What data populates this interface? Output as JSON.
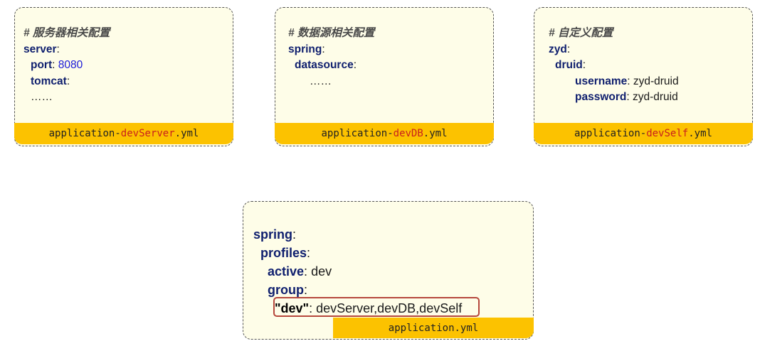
{
  "cards": [
    {
      "file_prefix": "application-",
      "file_highlight": "devServer",
      "file_suffix": ".yml",
      "comment": "# 服务器相关配置",
      "lines": {
        "server": "server",
        "port": "port",
        "port_value": "8080",
        "tomcat": "tomcat",
        "ellipsis": "……"
      }
    },
    {
      "file_prefix": "application-",
      "file_highlight": "devDB",
      "file_suffix": ".yml",
      "comment": "# 数据源相关配置",
      "lines": {
        "spring": "spring",
        "datasource": "datasource",
        "ellipsis": "……"
      }
    },
    {
      "file_prefix": "application-",
      "file_highlight": "devSelf",
      "file_suffix": ".yml",
      "comment": "# 自定义配置",
      "lines": {
        "zyd": "zyd",
        "druid": "druid",
        "username": "username",
        "username_value": "zyd-druid",
        "password": "password",
        "password_value": "zyd-druid"
      }
    }
  ],
  "main_card": {
    "file_name": "application.yml",
    "lines": {
      "spring": "spring",
      "profiles": "profiles",
      "active": "active",
      "active_value": "dev",
      "group": "group",
      "group_key": "\"dev\"",
      "group_value": "devServer,devDB,devSelf"
    }
  },
  "colors": {
    "card_background": "#fefde8",
    "label_bar": "#fcc200",
    "key_text": "#0f1f6e",
    "number_text": "#1a1ad8",
    "file_highlight": "#c9201d",
    "highlight_box": "#b6473c"
  }
}
